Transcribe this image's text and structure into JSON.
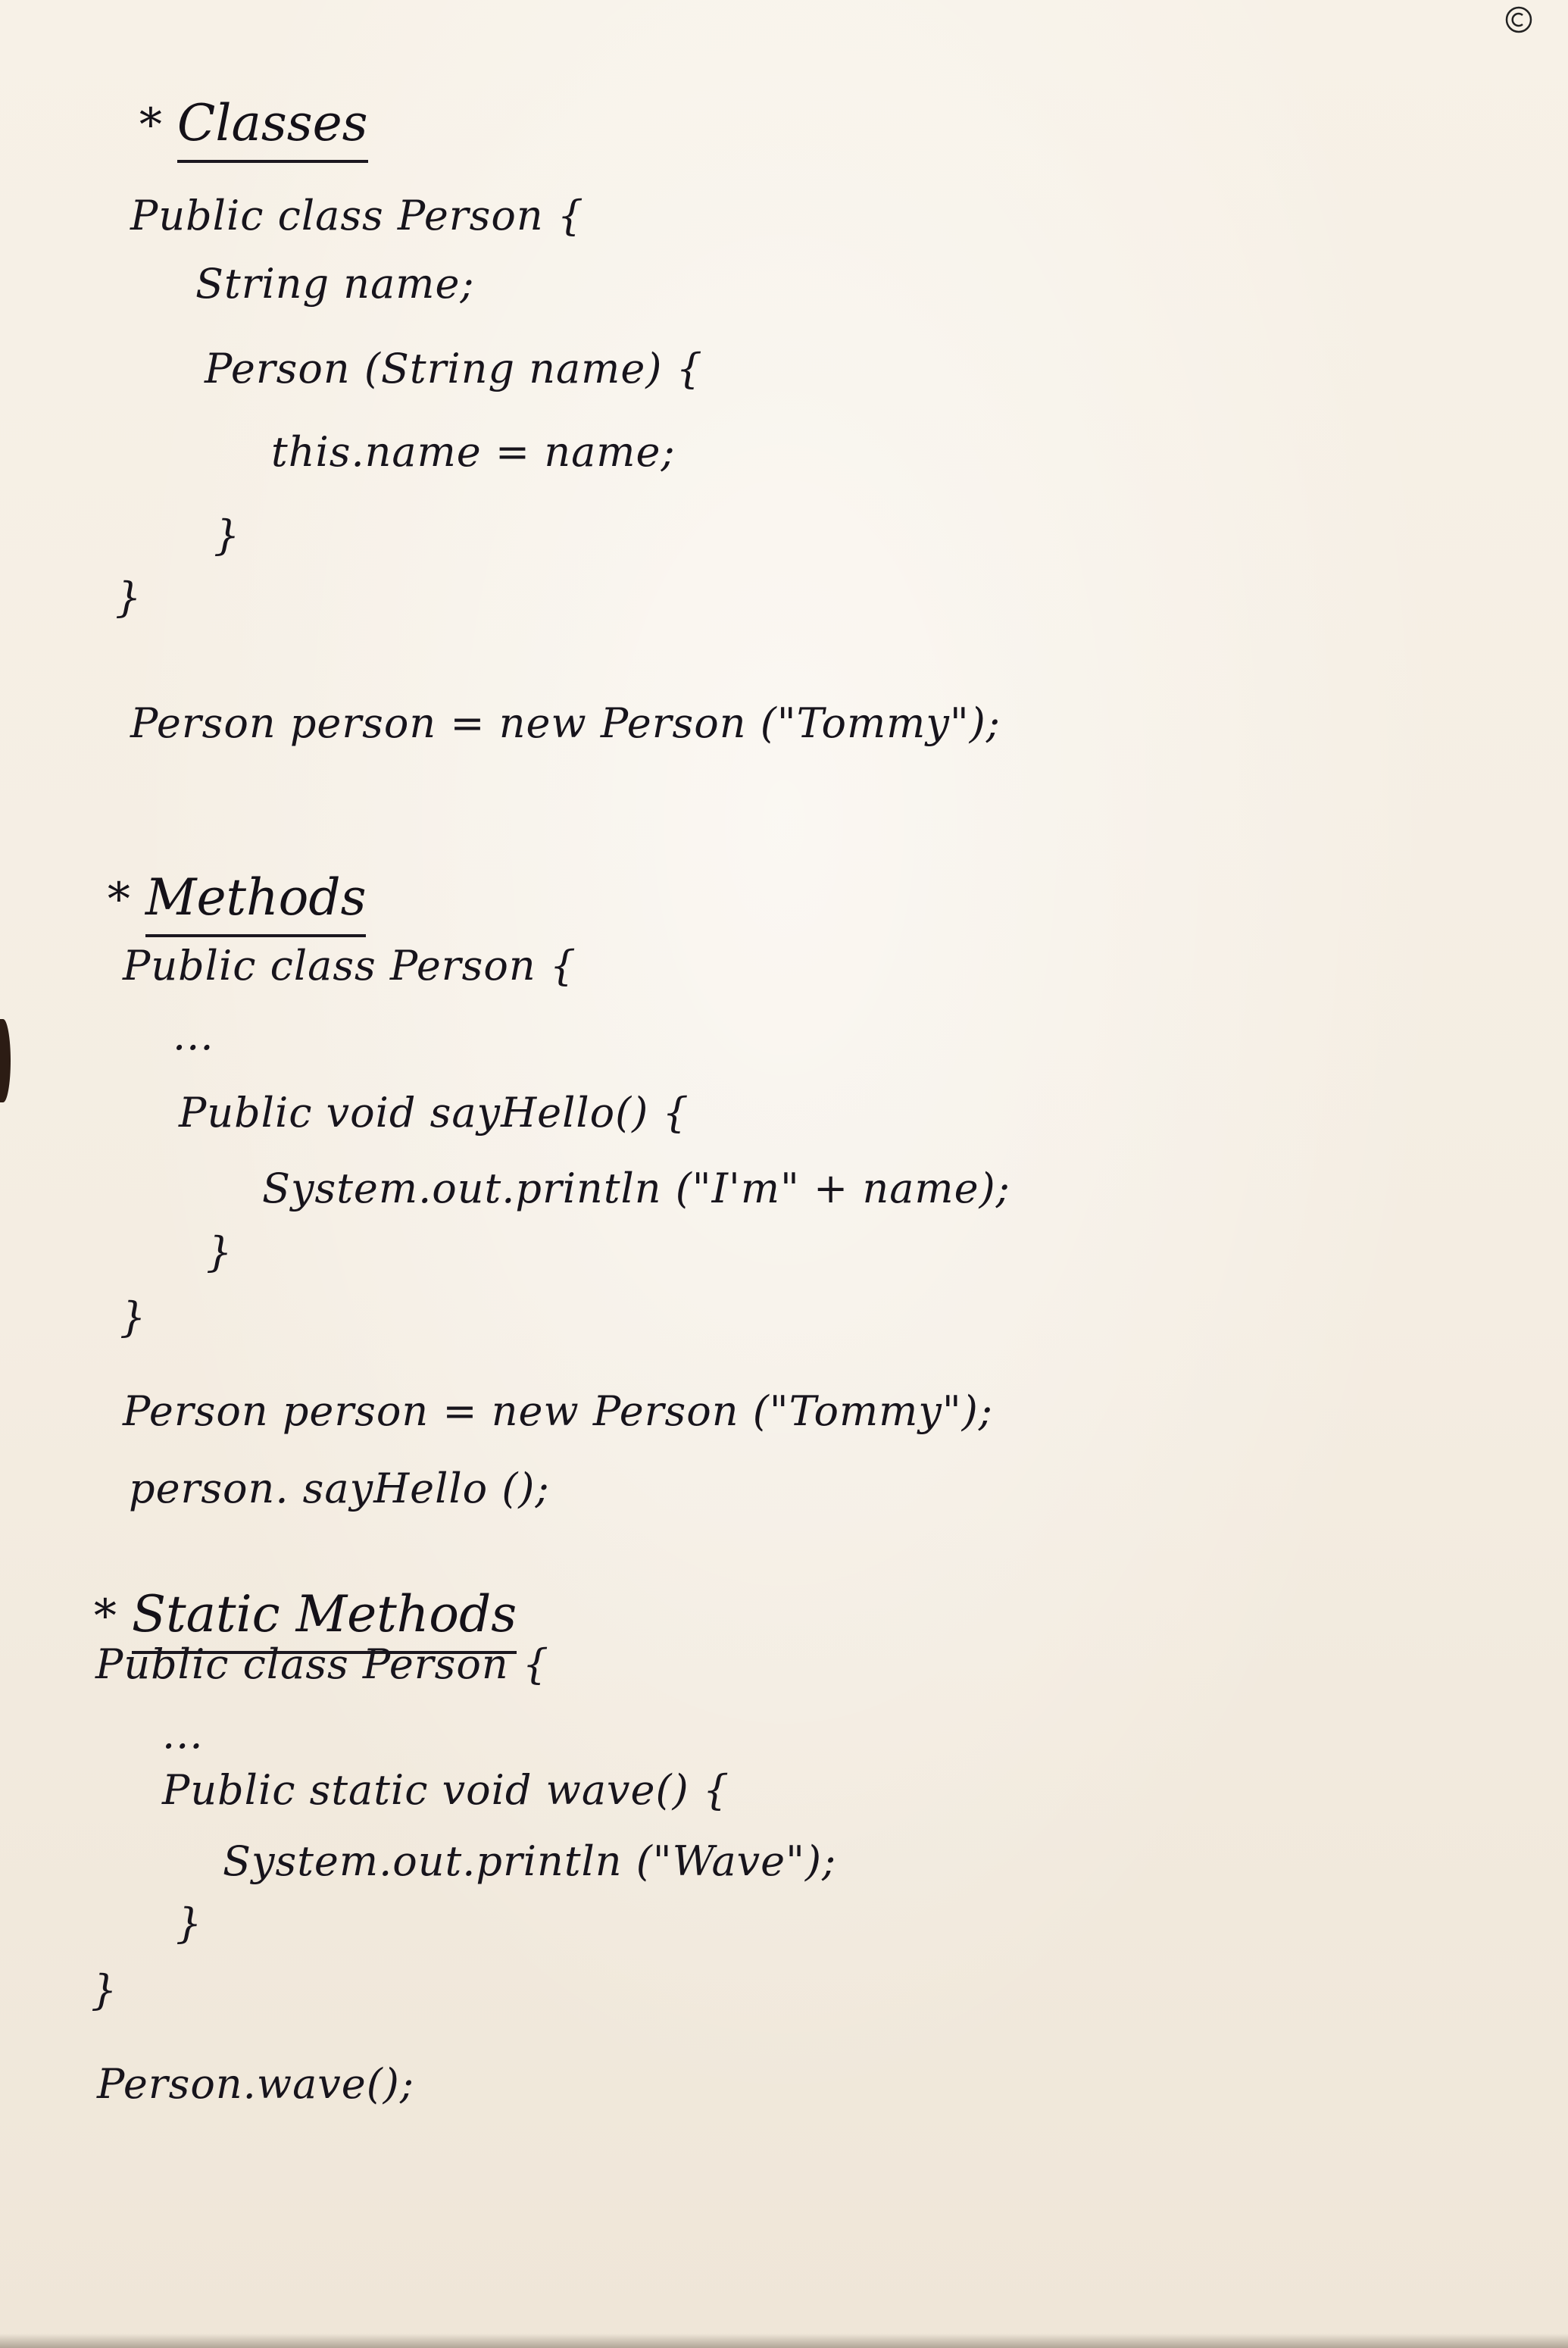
{
  "sections": [
    {
      "marker": "*",
      "heading": "Classes",
      "lines": [
        "Public class Person {",
        "String name;",
        "Person (String name) {",
        "this.name = name;",
        "}",
        "}",
        "Person person = new Person (\"Tommy\");"
      ]
    },
    {
      "marker": "*",
      "heading": "Methods",
      "lines": [
        "Public class Person {",
        "...",
        "Public void sayHello() {",
        "System.out.println (\"I'm\" + name);",
        "}",
        "}",
        "Person person = new Person (\"Tommy\");",
        "person. sayHello ();"
      ]
    },
    {
      "marker": "*",
      "heading": "Static Methods",
      "lines": [
        "Public class Person {",
        "...",
        "Public static void wave() {",
        "System.out.println (\"Wave\");",
        "}",
        "}",
        "Person.wave();"
      ]
    }
  ]
}
